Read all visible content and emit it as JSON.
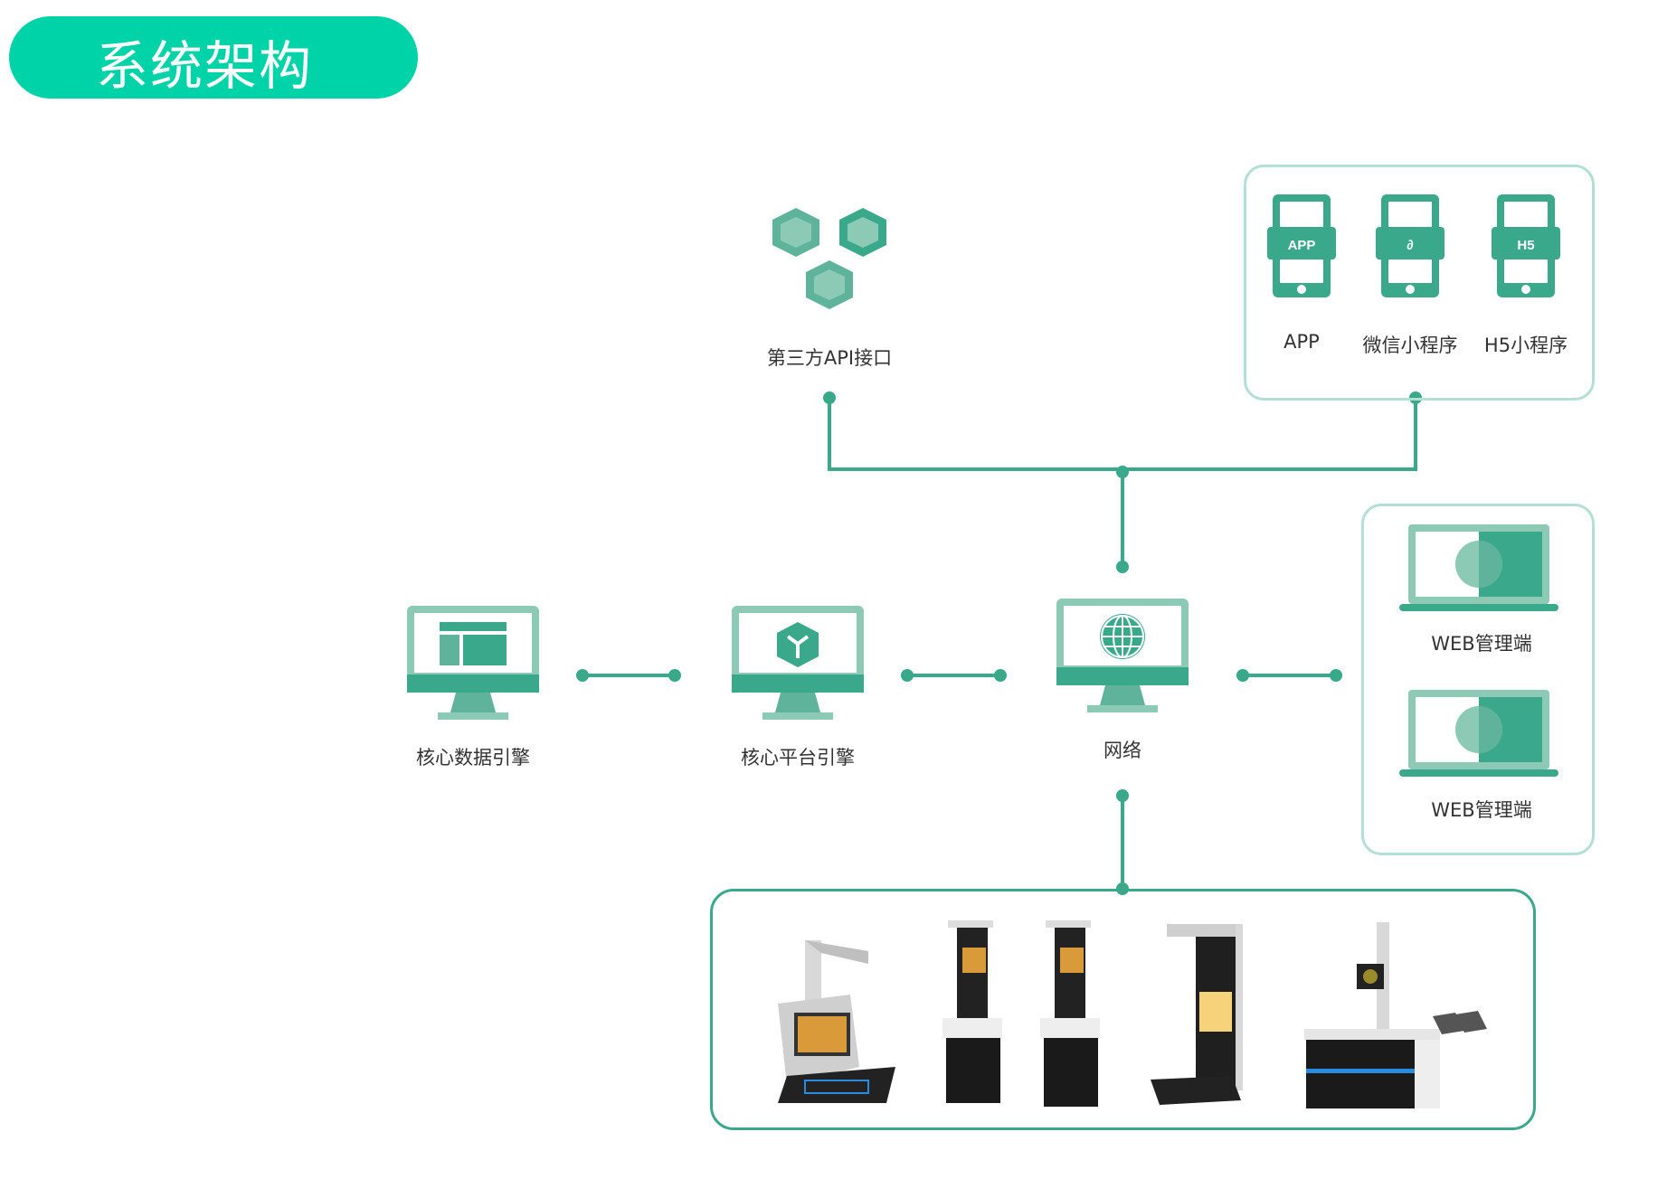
{
  "title": "系统架构",
  "colors": {
    "accent": "#00d3a8",
    "line": "#3aa88a",
    "icon_dark": "#3aa88a",
    "icon_mid": "#5eb39a",
    "icon_light": "#8ccab5",
    "box_light_border": "#b3e0d3",
    "text": "#333333"
  },
  "nodes": {
    "api": {
      "label": "第三方API接口",
      "icon": "hexagon-cluster-icon"
    },
    "clients": {
      "items": [
        {
          "badge": "APP",
          "label": "APP",
          "icon": "mobile-phone-icon"
        },
        {
          "badge": "∂",
          "label": "微信小程序",
          "icon": "mini-program-icon"
        },
        {
          "badge": "H5",
          "label": "H5小程序",
          "icon": "mobile-phone-icon"
        }
      ]
    },
    "core_data": {
      "label": "核心数据引擎",
      "icon": "layout-monitor-icon"
    },
    "core_platform": {
      "label": "核心平台引擎",
      "icon": "cube-monitor-icon"
    },
    "network": {
      "label": "网络",
      "icon": "globe-monitor-icon"
    },
    "web": {
      "items": [
        {
          "label": "WEB管理端",
          "icon": "laptop-globe-icon"
        },
        {
          "label": "WEB管理端",
          "icon": "laptop-globe-icon"
        }
      ]
    },
    "devices": {
      "items": [
        {
          "name": "book-scanner-kiosk"
        },
        {
          "name": "self-service-kiosk"
        },
        {
          "name": "self-service-kiosk"
        },
        {
          "name": "standing-scanner-terminal"
        },
        {
          "name": "desk-scanner-station"
        }
      ]
    }
  }
}
